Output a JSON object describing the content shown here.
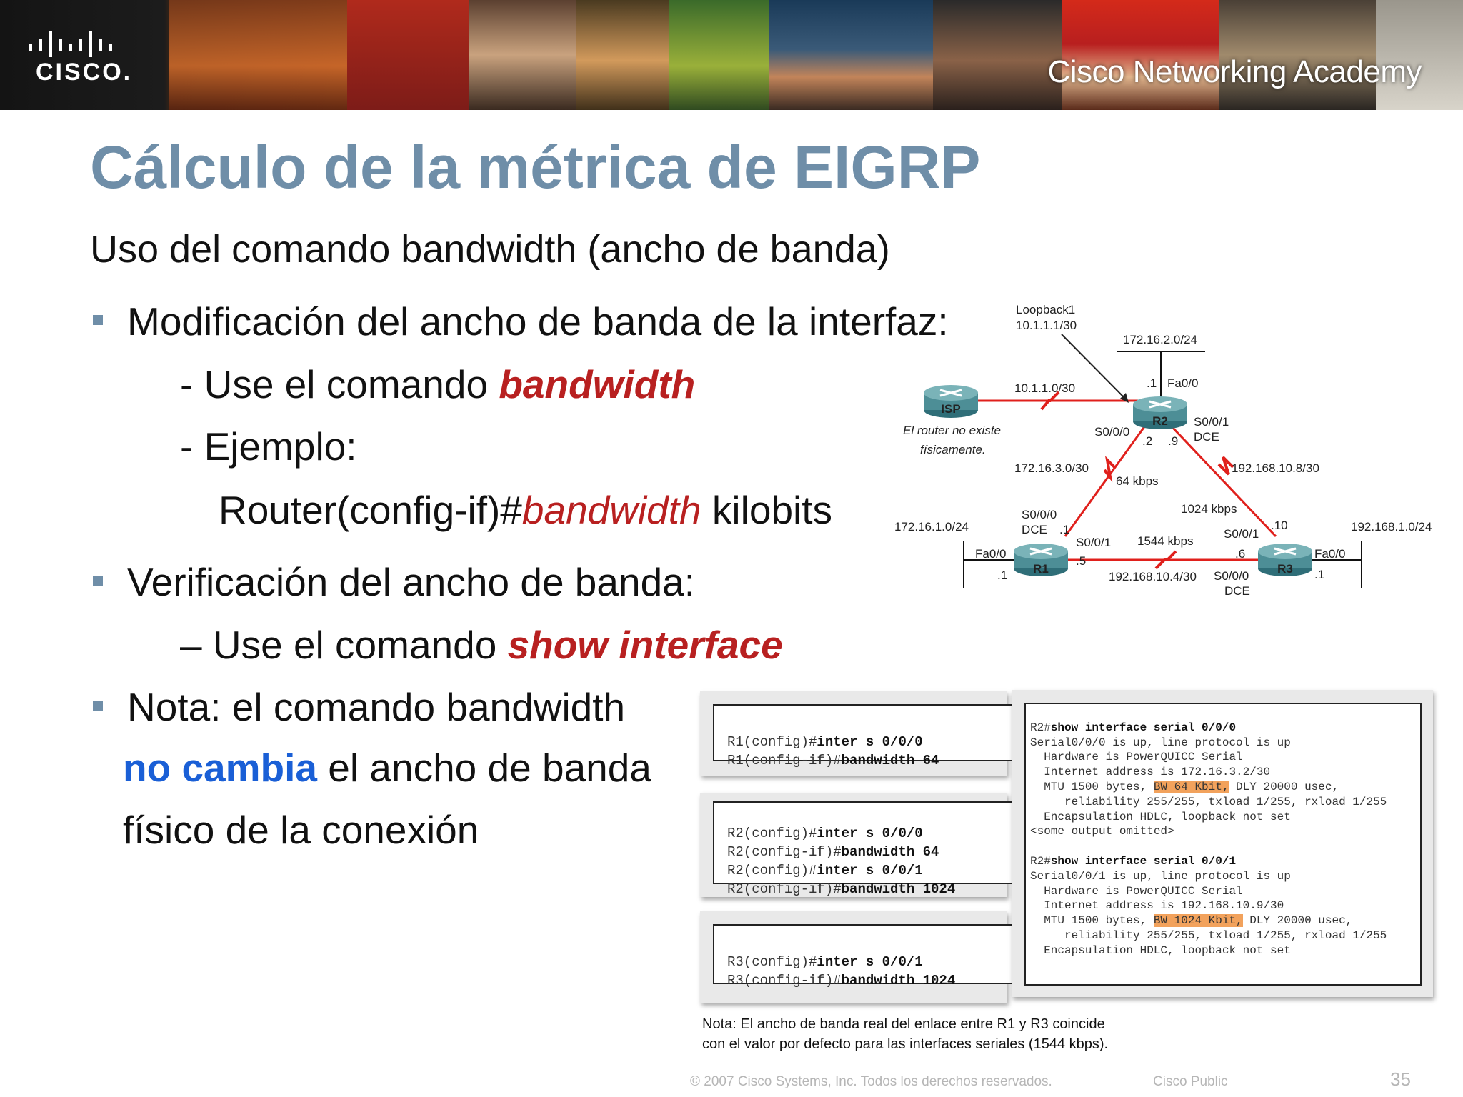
{
  "banner": {
    "logo_text": "CISCO.",
    "academy_title": "Cisco Networking Academy"
  },
  "slide": {
    "title": "Cálculo de la métrica de EIGRP",
    "subtitle": "Uso del comando bandwidth (ancho de banda)",
    "bullet1": "Modificación del ancho de banda de la interfaz:",
    "sub1_prefix": "- Use el comando ",
    "sub1_cmd": "bandwidth",
    "sub2": "- Ejemplo:",
    "example_prefix": "Router(config-if)#",
    "example_cmd": "bandwidth",
    "example_suffix": " kilobits",
    "bullet2": "Verificación del ancho de banda:",
    "sub3_prefix": "– Use el comando ",
    "sub3_cmd": "show interface",
    "bullet3_line1": "Nota: el comando bandwidth",
    "bullet3_blue": "no cambia",
    "bullet3_line2_rest": " el ancho de banda",
    "bullet3_line3": "físico de la conexión"
  },
  "diagram": {
    "loopback_label": "Loopback1",
    "loopback_addr": "10.1.1.1/30",
    "net_r2_lan": "172.16.2.0/24",
    "r2_fa_host": ".1",
    "r2_fa": "Fa0/0",
    "isp_link": "10.1.1.0/30",
    "isp_name": "ISP",
    "isp_note_1": "El router no existe",
    "isp_note_2": "físicamente.",
    "r2_name": "R2",
    "r2_s000": "S0/0/0",
    "r2_s001": "S0/0/1",
    "r2_dce": "DCE",
    "r2_host_2": ".2",
    "r2_host_9": ".9",
    "net_r1_r2": "172.16.3.0/30",
    "bw_r1_r2": "64 kbps",
    "net_r2_r3": "192.168.10.8/30",
    "bw_r2_r3": "1024 kbps",
    "net_r1_lan": "172.16.1.0/24",
    "r1_s000": "S0/0/0",
    "r1_dce": "DCE",
    "r1_host_1": ".1",
    "r1_s001": "S0/0/1",
    "bw_r1_r3": "1544 kbps",
    "r3_s001": "S0/0/1",
    "r3_host_10": ".10",
    "net_r3_lan": "192.168.1.0/24",
    "r1_fa": "Fa0/0",
    "r1_fa_host": ".1",
    "r1_name": "R1",
    "r1_host_5": ".5",
    "net_r1_r3": "192.168.10.4/30",
    "r3_s000": "S0/0/0",
    "r3_dce": "DCE",
    "r3_host_6": ".6",
    "r3_name": "R3",
    "r3_fa": "Fa0/0",
    "r3_fa_host": ".1"
  },
  "terminals": {
    "r1_lines": [
      {
        "prompt": "R1(config)#",
        "cmd": "inter s 0/0/0"
      },
      {
        "prompt": "R1(config-if)#",
        "cmd": "bandwidth 64"
      }
    ],
    "r2_lines": [
      {
        "prompt": "R2(config)#",
        "cmd": "inter s 0/0/0"
      },
      {
        "prompt": "R2(config-if)#",
        "cmd": "bandwidth 64"
      },
      {
        "prompt": "R2(config)#",
        "cmd": "inter s 0/0/1"
      },
      {
        "prompt": "R2(config-if)#",
        "cmd": "bandwidth 1024"
      }
    ],
    "r3_lines": [
      {
        "prompt": "R3(config)#",
        "cmd": "inter s 0/0/1"
      },
      {
        "prompt": "R3(config-if)#",
        "cmd": "bandwidth 1024"
      }
    ],
    "show": {
      "cmd1_prompt": "R2#",
      "cmd1": "show interface serial 0/0/0",
      "s0_l1": "Serial0/0/0 is up, line protocol is up",
      "s0_l2": "  Hardware is PowerQUICC Serial",
      "s0_l3": "  Internet address is 172.16.3.2/30",
      "s0_mtu_pre": "  MTU 1500 bytes, ",
      "s0_bw": "BW 64 Kbit,",
      "s0_mtu_post": " DLY 20000 usec,",
      "s0_l5": "     reliability 255/255, txload 1/255, rxload 1/255",
      "s0_l6": "  Encapsulation HDLC, loopback not set",
      "s0_l7": "<some output omitted>",
      "cmd2_prompt": "R2#",
      "cmd2": "show interface serial 0/0/1",
      "s1_l1": "Serial0/0/1 is up, line protocol is up",
      "s1_l2": "  Hardware is PowerQUICC Serial",
      "s1_l3": "  Internet address is 192.168.10.9/30",
      "s1_mtu_pre": "  MTU 1500 bytes, ",
      "s1_bw": "BW 1024 Kbit,",
      "s1_mtu_post": " DLY 20000 usec,",
      "s1_l5": "     reliability 255/255, txload 1/255, rxload 1/255",
      "s1_l6": "  Encapsulation HDLC, loopback not set"
    }
  },
  "note": {
    "line1": "Nota: El ancho de banda real del enlace entre R1 y R3 coincide",
    "line2": "con el valor por defecto para las  interfaces seriales (1544 kbps)."
  },
  "footer": {
    "copyright": "© 2007 Cisco Systems, Inc. Todos los derechos reservados.",
    "classification": "Cisco Public",
    "page": "35"
  }
}
